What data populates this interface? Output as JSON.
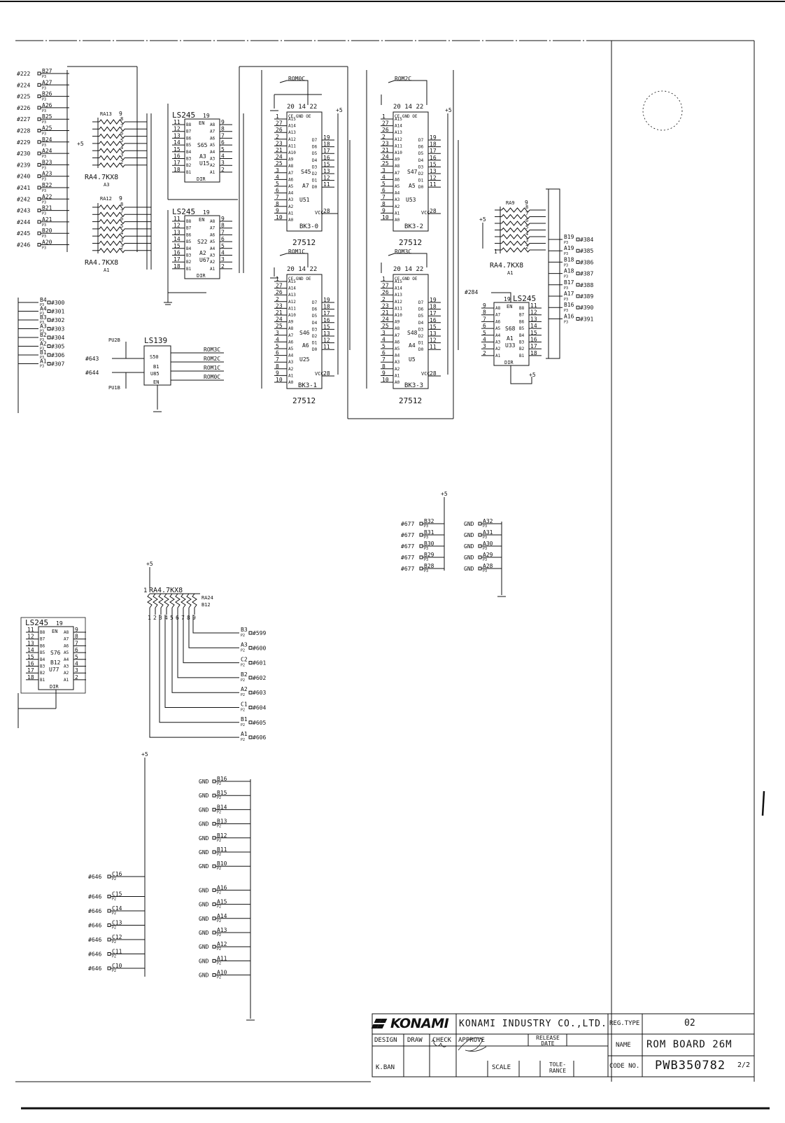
{
  "title_block": {
    "brand": "KONAMI",
    "company": "KONAMI INDUSTRY CO.,LTD.",
    "reg_type_label": "REG.TYPE",
    "reg_type_value": "02",
    "name_label": "NAME",
    "name_value": "ROM BOARD 26M",
    "code_label": "CODE NO.",
    "code_value": "PWB350782",
    "sheet": "2/2",
    "design_label": "DESIGN",
    "draw_label": "DRAW",
    "check_label": "CHECK",
    "approve_label": "APPROVE",
    "release_date_label": "RELEASE DATE",
    "scale_label": "SCALE",
    "tolerance_label": "TOLE-RANCE",
    "designer": "K.BAN"
  },
  "chips": {
    "u15": {
      "type": "LS245",
      "ref": "U15",
      "loc": "A3",
      "code": "S65"
    },
    "u67": {
      "type": "LS245",
      "ref": "U67",
      "loc": "A2",
      "code": "S22"
    },
    "u51": {
      "type": "27512",
      "ref": "U51",
      "loc": "A7",
      "code": "S45",
      "bank": "BK3-0"
    },
    "u53": {
      "type": "27512",
      "ref": "U53",
      "loc": "A5",
      "code": "S47",
      "bank": "BK3-2"
    },
    "u25": {
      "type": "27512",
      "ref": "U25",
      "loc": "A6",
      "code": "S46",
      "bank": "BK3-1"
    },
    "u5": {
      "type": "27512",
      "ref": "U5",
      "loc": "A4",
      "code": "S48",
      "bank": "BK3-3"
    },
    "u85": {
      "type": "LS139",
      "ref": "U85",
      "loc": "B1",
      "code": "S50"
    },
    "u33": {
      "type": "LS245",
      "ref": "U33",
      "loc": "A1",
      "code": "S68"
    },
    "u77": {
      "type": "LS245",
      "ref": "U77",
      "loc": "B12",
      "code": "S76"
    }
  },
  "resistor_arrays": {
    "ra13": {
      "ref": "RA13",
      "value": "RA4.7KX8",
      "loc": "A3"
    },
    "ra12": {
      "ref": "RA12",
      "value": "RA4.7KX8",
      "loc": "A1"
    },
    "ra9": {
      "ref": "RA9",
      "value": "RA4.7KX8",
      "loc": "A1"
    },
    "ra24": {
      "ref": "RA24",
      "value": "RA4.7KX8",
      "loc": "B12"
    }
  },
  "rom_signals": [
    "ROM0C",
    "ROM2C",
    "ROM1C",
    "ROM3C"
  ],
  "left_connectors": [
    {
      "n": "#222",
      "p": "B27"
    },
    {
      "n": "#224",
      "p": "A27"
    },
    {
      "n": "#225",
      "p": "B26"
    },
    {
      "n": "#226",
      "p": "A26"
    },
    {
      "n": "#227",
      "p": "B25"
    },
    {
      "n": "#228",
      "p": "A25"
    },
    {
      "n": "#229",
      "p": "B24"
    },
    {
      "n": "#230",
      "p": "A24"
    },
    {
      "n": "#239",
      "p": "B23"
    },
    {
      "n": "#240",
      "p": "A23"
    },
    {
      "n": "#241",
      "p": "B22"
    },
    {
      "n": "#242",
      "p": "A22"
    },
    {
      "n": "#243",
      "p": "B21"
    },
    {
      "n": "#244",
      "p": "A21"
    },
    {
      "n": "#245",
      "p": "B20"
    },
    {
      "n": "#246",
      "p": "A20"
    }
  ],
  "data_connectors": [
    {
      "n": "#300",
      "p": "B4"
    },
    {
      "n": "#301",
      "p": "A4"
    },
    {
      "n": "#302",
      "p": "B3"
    },
    {
      "n": "#303",
      "p": "A3"
    },
    {
      "n": "#304",
      "p": "B2"
    },
    {
      "n": "#305",
      "p": "A2"
    },
    {
      "n": "#306",
      "p": "B1"
    },
    {
      "n": "#307",
      "p": "A1"
    }
  ],
  "right_connectors": [
    {
      "n": "#384",
      "p": "B19"
    },
    {
      "n": "#385",
      "p": "A19"
    },
    {
      "n": "#386",
      "p": "B18"
    },
    {
      "n": "#387",
      "p": "A18"
    },
    {
      "n": "#388",
      "p": "B17"
    },
    {
      "n": "#389",
      "p": "A17"
    },
    {
      "n": "#390",
      "p": "B16"
    },
    {
      "n": "#391",
      "p": "A16"
    }
  ],
  "p2_connectors": [
    {
      "n": "#599",
      "p": "B3"
    },
    {
      "n": "#600",
      "p": "A3"
    },
    {
      "n": "#601",
      "p": "C2"
    },
    {
      "n": "#602",
      "p": "B2"
    },
    {
      "n": "#603",
      "p": "A2"
    },
    {
      "n": "#604",
      "p": "C1"
    },
    {
      "n": "#605",
      "p": "B1"
    },
    {
      "n": "#606",
      "p": "A1"
    }
  ],
  "power_label": "+5",
  "gnd_label": "GND",
  "pin677": "#677",
  "pin646": "#646",
  "pin643": "#643",
  "pin644": "#644",
  "pin284": "#284"
}
